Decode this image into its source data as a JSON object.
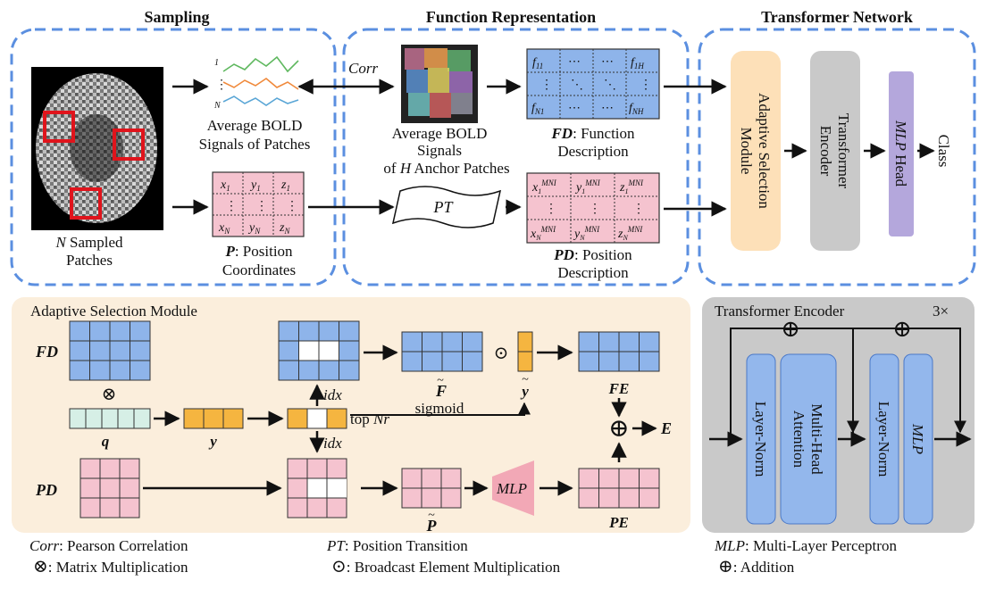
{
  "sections": {
    "sampling": "Sampling",
    "function_representation": "Function Representation",
    "transformer_network": "Transformer Network"
  },
  "sampling": {
    "n_sampled_line1": "Sampled",
    "n_sampled_var": "N",
    "n_sampled_line2": "Patches",
    "bold_label_line1": "Average BOLD",
    "bold_label_line2": "Signals of Patches",
    "signal_labels": [
      "1",
      "N"
    ],
    "p_var": "P",
    "p_label_rest": ": Position",
    "p_label_line2": "Coordinates"
  },
  "function_rep": {
    "corr": "Corr",
    "anchor_line1": "Average BOLD",
    "anchor_line2": "Signals",
    "anchor_line3_pre": "of",
    "anchor_line3_var": "H",
    "anchor_line3_post": "Anchor Patches",
    "fd_var": "FD",
    "fd_label_rest": ": Function",
    "fd_label_line2": "Description",
    "pt": "PT",
    "pd_var": "PD",
    "pd_label_rest": ": Position",
    "pd_label_line2": "Description"
  },
  "transformer": {
    "adaptive_line1": "Adaptive Selection",
    "adaptive_line2": "Module",
    "encoder_line1": "Transformer",
    "encoder_line2": "Encoder",
    "mlp_var": "MLP",
    "mlp_head_rest": " Head",
    "class_label": "Class"
  },
  "adaptive_module": {
    "title": "Adaptive Selection Module",
    "fd": "FD",
    "pd": "PD",
    "q": "q",
    "y": "y",
    "idx_up": "idx",
    "idx_down": "idx",
    "top_nr_pre": "top",
    "top_nr_var": "Nr",
    "f_tilde": "F",
    "y_tilde": "y",
    "sigmoid": "sigmoid",
    "fe": "FE",
    "e": "E",
    "p_tilde": "P",
    "mlp": "MLP",
    "pe": "PE"
  },
  "encoder_block": {
    "title": "Transformer Encoder",
    "repeat": "3×",
    "layer_norm_1": "Layer-Norm",
    "attention_line1": "Multi-Head",
    "attention_line2": "Attention",
    "layer_norm_2": "Layer-Norm",
    "mlp": "MLP"
  },
  "legend": {
    "corr_term": "Corr",
    "corr_def": ": Pearson Correlation",
    "matmul_symbol": "⊗",
    "matmul_def": ": Matrix Multiplication",
    "pt_term": "PT",
    "pt_def": ": Position Transition",
    "bcast_symbol": "⊙",
    "bcast_def": ": Broadcast Element Multiplication",
    "mlp_term": "MLP",
    "mlp_def": ": Multi-Layer Perceptron",
    "add_symbol": "⊕",
    "add_def": ": Addition"
  },
  "matrices": {
    "fd_cells": [
      "f",
      "11",
      "⋯",
      "⋯",
      "f",
      "1H",
      "⋮",
      "⋱",
      "⋱",
      "⋮",
      "f",
      "N1",
      "⋯",
      "⋯",
      "f",
      "NH"
    ],
    "p_cells": [
      "x",
      "1",
      "y",
      "1",
      "z",
      "1",
      "⋮",
      "⋮",
      "⋮",
      "x",
      "N",
      "y",
      "N",
      "z",
      "N"
    ],
    "pd_cells": [
      "x",
      "1",
      "MNI",
      "y",
      "1",
      "MNI",
      "z",
      "1",
      "MNI",
      "⋮",
      "⋮",
      "⋮",
      "x",
      "N",
      "MNI",
      "y",
      "N",
      "MNI",
      "z",
      "N",
      "MNI"
    ]
  },
  "colors": {
    "blue_cell": "#8eb4ea",
    "pink_cell": "#f5c3cf",
    "orange_cell": "#f5b540",
    "teal_cell": "#d6efe6",
    "adaptive_box": "#fde0b8",
    "encoder_box": "#c9c9c9",
    "mlp_box": "#b4a7dc",
    "layer_box": "#93b7ec",
    "panel_bg": "#fbeedc",
    "dashed_border": "#5b8fe0",
    "red_patch": "#e0141c"
  }
}
